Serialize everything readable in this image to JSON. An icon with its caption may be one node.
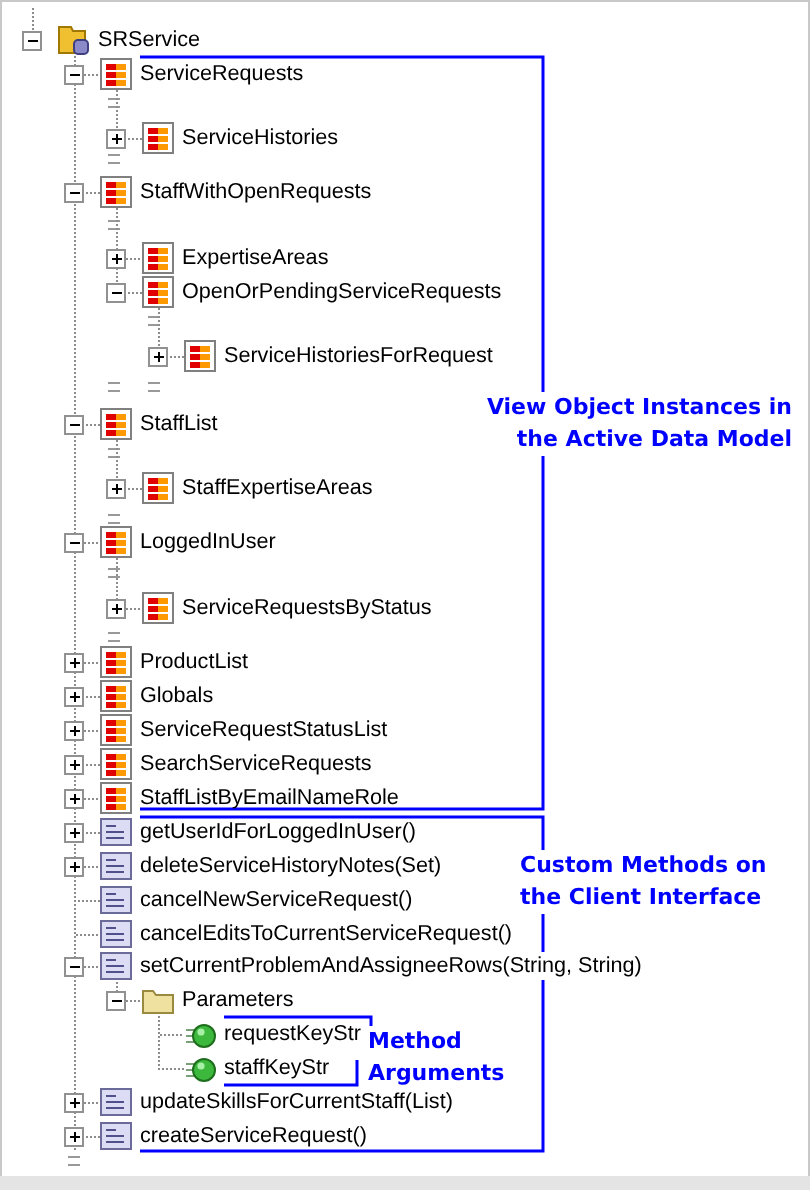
{
  "diagram": {
    "nodes": [
      {
        "text": [
          "SRService"
        ]
      },
      {
        "text": [
          "ServiceRequests"
        ]
      },
      {
        "text": [
          "ServiceHistories"
        ]
      },
      {
        "text": [
          "StaffWithOpenRequests"
        ]
      },
      {
        "text": [
          "ExpertiseAreas"
        ]
      },
      {
        "text": [
          "OpenOrPendingServiceRequests"
        ]
      },
      {
        "text": [
          "ServiceHistoriesForRequest"
        ]
      },
      {
        "text": [
          "StaffList"
        ]
      },
      {
        "text": [
          "StaffExpertiseAreas"
        ]
      },
      {
        "text": [
          "LoggedInUser"
        ]
      },
      {
        "text": [
          "ServiceRequestsByStatus"
        ]
      },
      {
        "text": [
          "ProductList"
        ]
      },
      {
        "text": [
          "Globals"
        ]
      },
      {
        "text": [
          "ServiceRequestStatusList"
        ]
      },
      {
        "text": [
          "SearchServiceRequests"
        ]
      },
      {
        "text": [
          "StaffListByEmailNameRole"
        ]
      },
      {
        "text": [
          "getUserIdForLoggedInUser()"
        ]
      },
      {
        "text": [
          "deleteServiceHistoryNotes(Set)"
        ]
      },
      {
        "text": [
          "cancelNewServiceRequest()"
        ]
      },
      {
        "text": [
          "cancelEditsToCurrentServiceRequest()"
        ]
      },
      {
        "text": [
          "setCurrentProblemAndAssigneeRows(String, String)"
        ]
      },
      {
        "text": [
          "Parameters"
        ]
      },
      {
        "text": [
          "requestKeyStr"
        ]
      },
      {
        "text": [
          "staffKeyStr"
        ]
      },
      {
        "text": [
          "updateSkillsForCurrentStaff(List)"
        ]
      },
      {
        "text": [
          "createServiceRequest()"
        ]
      }
    ],
    "edges": [
      {
        "from": 0,
        "to": 1,
        "arrow": "none"
      },
      {
        "from": 1,
        "to": 2,
        "arrow": "none"
      },
      {
        "from": 0,
        "to": 3,
        "arrow": "none"
      },
      {
        "from": 3,
        "to": 4,
        "arrow": "none"
      },
      {
        "from": 3,
        "to": 5,
        "arrow": "none"
      },
      {
        "from": 5,
        "to": 6,
        "arrow": "none"
      },
      {
        "from": 0,
        "to": 7,
        "arrow": "none"
      },
      {
        "from": 7,
        "to": 8,
        "arrow": "none"
      },
      {
        "from": 0,
        "to": 9,
        "arrow": "none"
      },
      {
        "from": 9,
        "to": 10,
        "arrow": "none"
      },
      {
        "from": 0,
        "to": 11,
        "arrow": "none"
      },
      {
        "from": 0,
        "to": 12,
        "arrow": "none"
      },
      {
        "from": 0,
        "to": 13,
        "arrow": "none"
      },
      {
        "from": 0,
        "to": 14,
        "arrow": "none"
      },
      {
        "from": 0,
        "to": 15,
        "arrow": "none"
      },
      {
        "from": 0,
        "to": 16,
        "arrow": "none"
      },
      {
        "from": 0,
        "to": 17,
        "arrow": "none"
      },
      {
        "from": 0,
        "to": 18,
        "arrow": "none"
      },
      {
        "from": 0,
        "to": 19,
        "arrow": "none"
      },
      {
        "from": 0,
        "to": 20,
        "arrow": "none"
      },
      {
        "from": 20,
        "to": 21,
        "arrow": "none"
      },
      {
        "from": 21,
        "to": 22,
        "arrow": "none"
      },
      {
        "from": 21,
        "to": 23,
        "arrow": "none"
      },
      {
        "from": 0,
        "to": 24,
        "arrow": "none"
      },
      {
        "from": 0,
        "to": 25,
        "arrow": "none"
      }
    ],
    "labels": [
      "View Object Instances in the Active Data Model",
      "Custom Methods on the Client Interface",
      "Method Arguments"
    ]
  }
}
